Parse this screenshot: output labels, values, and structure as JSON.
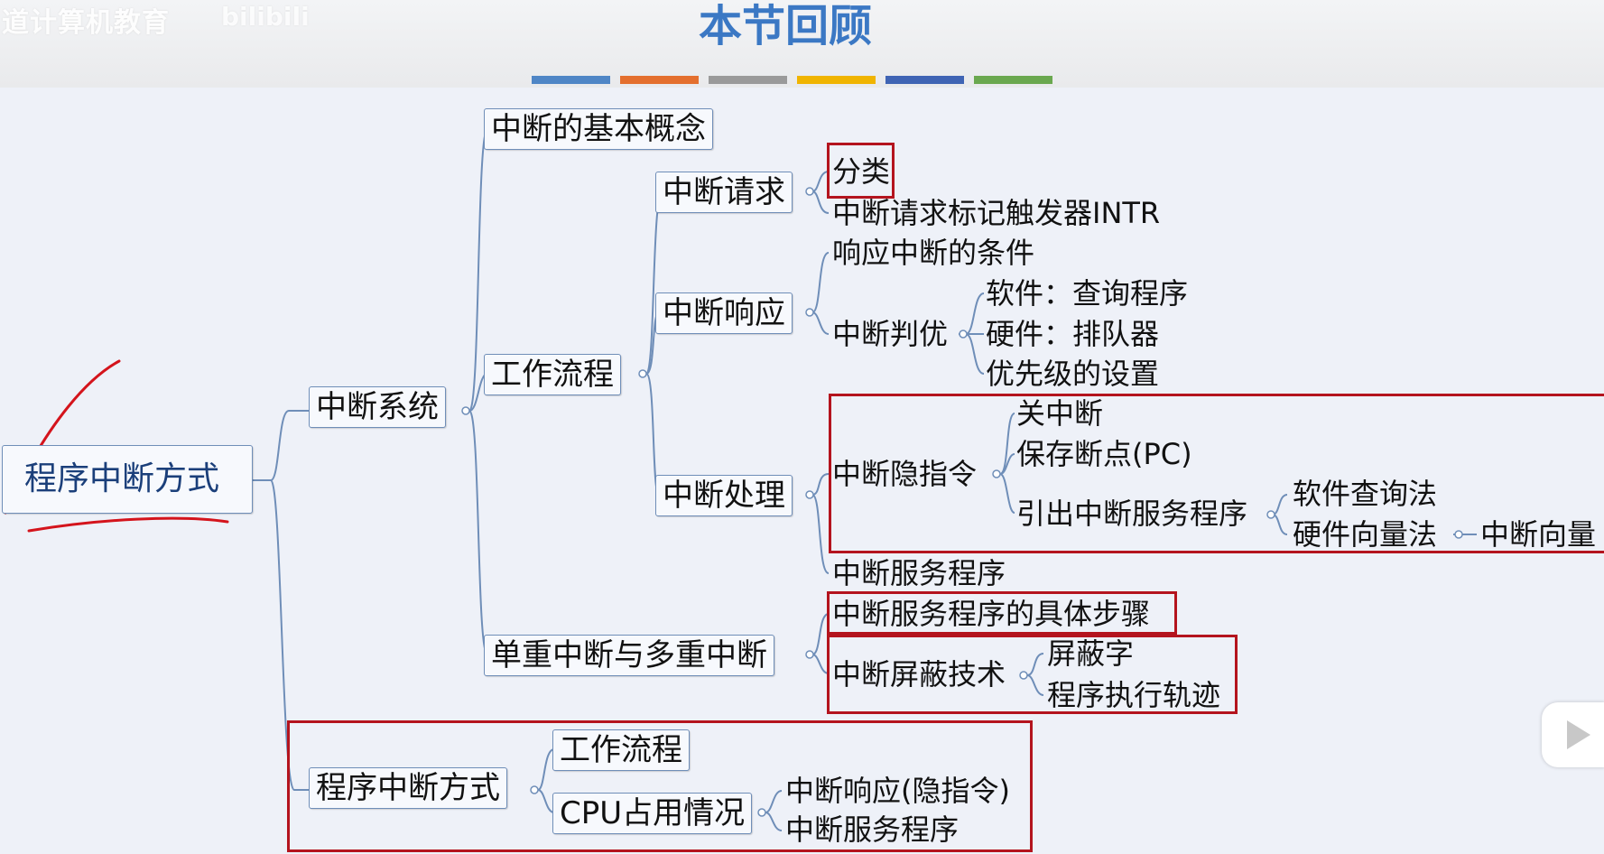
{
  "header": {
    "watermark": "道计算机教育",
    "watermark_logo": "bilibili",
    "title": "本节回顾",
    "stripe_colors": [
      "#4f86c6",
      "#e46f2e",
      "#9a9a9a",
      "#f0b400",
      "#3f64b4",
      "#6aa84f"
    ]
  },
  "mindmap": {
    "root": "程序中断方式",
    "interrupt_system": "中断系统",
    "basic_concept": "中断的基本概念",
    "workflow": "工作流程",
    "request": "中断请求",
    "classify": "分类",
    "intr_flipflop": "中断请求标记触发器INTR",
    "response": "中断响应",
    "response_condition": "响应中断的条件",
    "priority_judge": "中断判优",
    "software_query": "软件：查询程序",
    "hardware_queue": "硬件：排队器",
    "priority_setting": "优先级的设置",
    "handling": "中断处理",
    "implicit_instr": "中断隐指令",
    "disable_int": "关中断",
    "save_pc": "保存断点(PC)",
    "lead_service": "引出中断服务程序",
    "software_polling": "软件查询法",
    "hardware_vector": "硬件向量法",
    "vector": "中断向量",
    "service_routine": "中断服务程序",
    "single_multi": "单重中断与多重中断",
    "service_steps": "中断服务程序的具体步骤",
    "masking_tech": "中断屏蔽技术",
    "mask_word": "屏蔽字",
    "exec_trace": "程序执行轨迹",
    "prog_int_mode": "程序中断方式",
    "workflow2": "工作流程",
    "cpu_usage": "CPU占用情况",
    "resp_implicit": "中断响应(隐指令)",
    "service_routine2": "中断服务程序"
  },
  "colors": {
    "highlight_box": "#b4141e",
    "connector": "#6f8eb8",
    "pen_annotation": "#d4141c",
    "title": "#3b78c4"
  }
}
